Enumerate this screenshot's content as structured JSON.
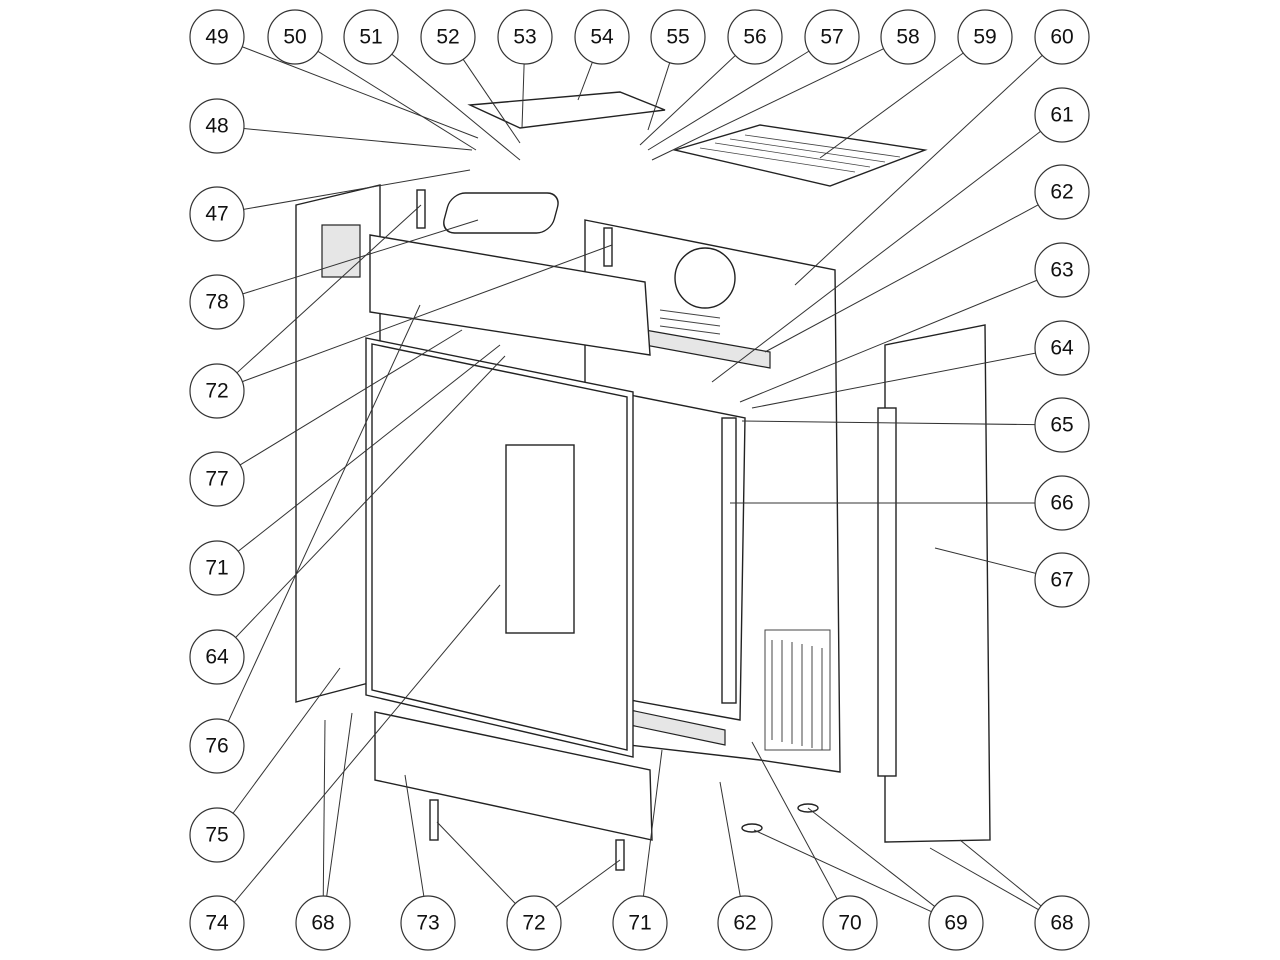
{
  "diagram": {
    "type": "exploded-parts-diagram",
    "callouts": {
      "top_row": [
        "49",
        "50",
        "51",
        "52",
        "53",
        "54",
        "55",
        "56",
        "57",
        "58",
        "59",
        "60"
      ],
      "left_column": [
        "48",
        "47",
        "78",
        "72",
        "77",
        "71",
        "64",
        "76",
        "75"
      ],
      "right_column": [
        "61",
        "62",
        "63",
        "64",
        "65",
        "66",
        "67"
      ],
      "bottom_row": [
        "74",
        "68",
        "73",
        "72",
        "71",
        "62",
        "70",
        "69",
        "68"
      ]
    }
  }
}
